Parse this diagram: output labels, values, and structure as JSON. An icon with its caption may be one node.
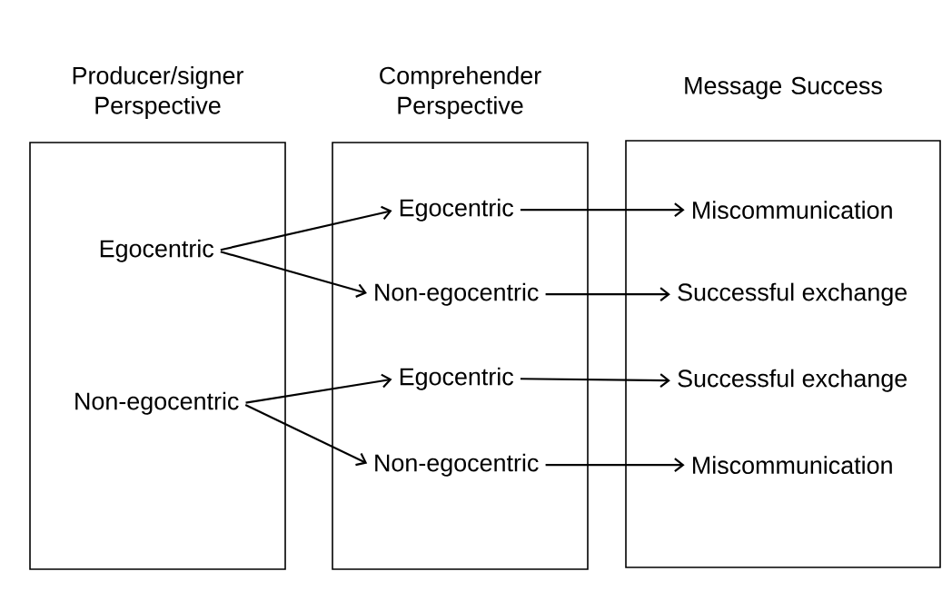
{
  "diagram": {
    "nodes": [
      {
        "text": [
          "Producer/signer Perspective"
        ]
      },
      {
        "text": [
          "Comprehender Perspective"
        ]
      },
      {
        "text": [
          "Message Success"
        ]
      },
      {
        "text": [
          "Egocentric"
        ],
        "in": 0
      },
      {
        "text": [
          "Non-egocentric"
        ],
        "in": 0
      },
      {
        "text": [
          "Egocentric"
        ],
        "in": 1
      },
      {
        "text": [
          "Non-egocentric"
        ],
        "in": 1
      },
      {
        "text": [
          "Egocentric"
        ],
        "in": 1
      },
      {
        "text": [
          "Non-egocentric"
        ],
        "in": 1
      },
      {
        "text": [
          "Miscommunication"
        ],
        "in": 2
      },
      {
        "text": [
          "Successful exchange"
        ],
        "in": 2
      },
      {
        "text": [
          "Successful exchange"
        ],
        "in": 2
      },
      {
        "text": [
          "Miscommunication"
        ],
        "in": 2
      }
    ],
    "edges": [
      {
        "from": 3,
        "to": 5,
        "arrow": "to"
      },
      {
        "from": 3,
        "to": 6,
        "arrow": "to"
      },
      {
        "from": 4,
        "to": 7,
        "arrow": "to"
      },
      {
        "from": 4,
        "to": 8,
        "arrow": "to"
      },
      {
        "from": 5,
        "to": 9,
        "arrow": "to"
      },
      {
        "from": 6,
        "to": 10,
        "arrow": "to"
      },
      {
        "from": 7,
        "to": 11,
        "arrow": "to"
      },
      {
        "from": 8,
        "to": 12,
        "arrow": "to"
      }
    ]
  }
}
